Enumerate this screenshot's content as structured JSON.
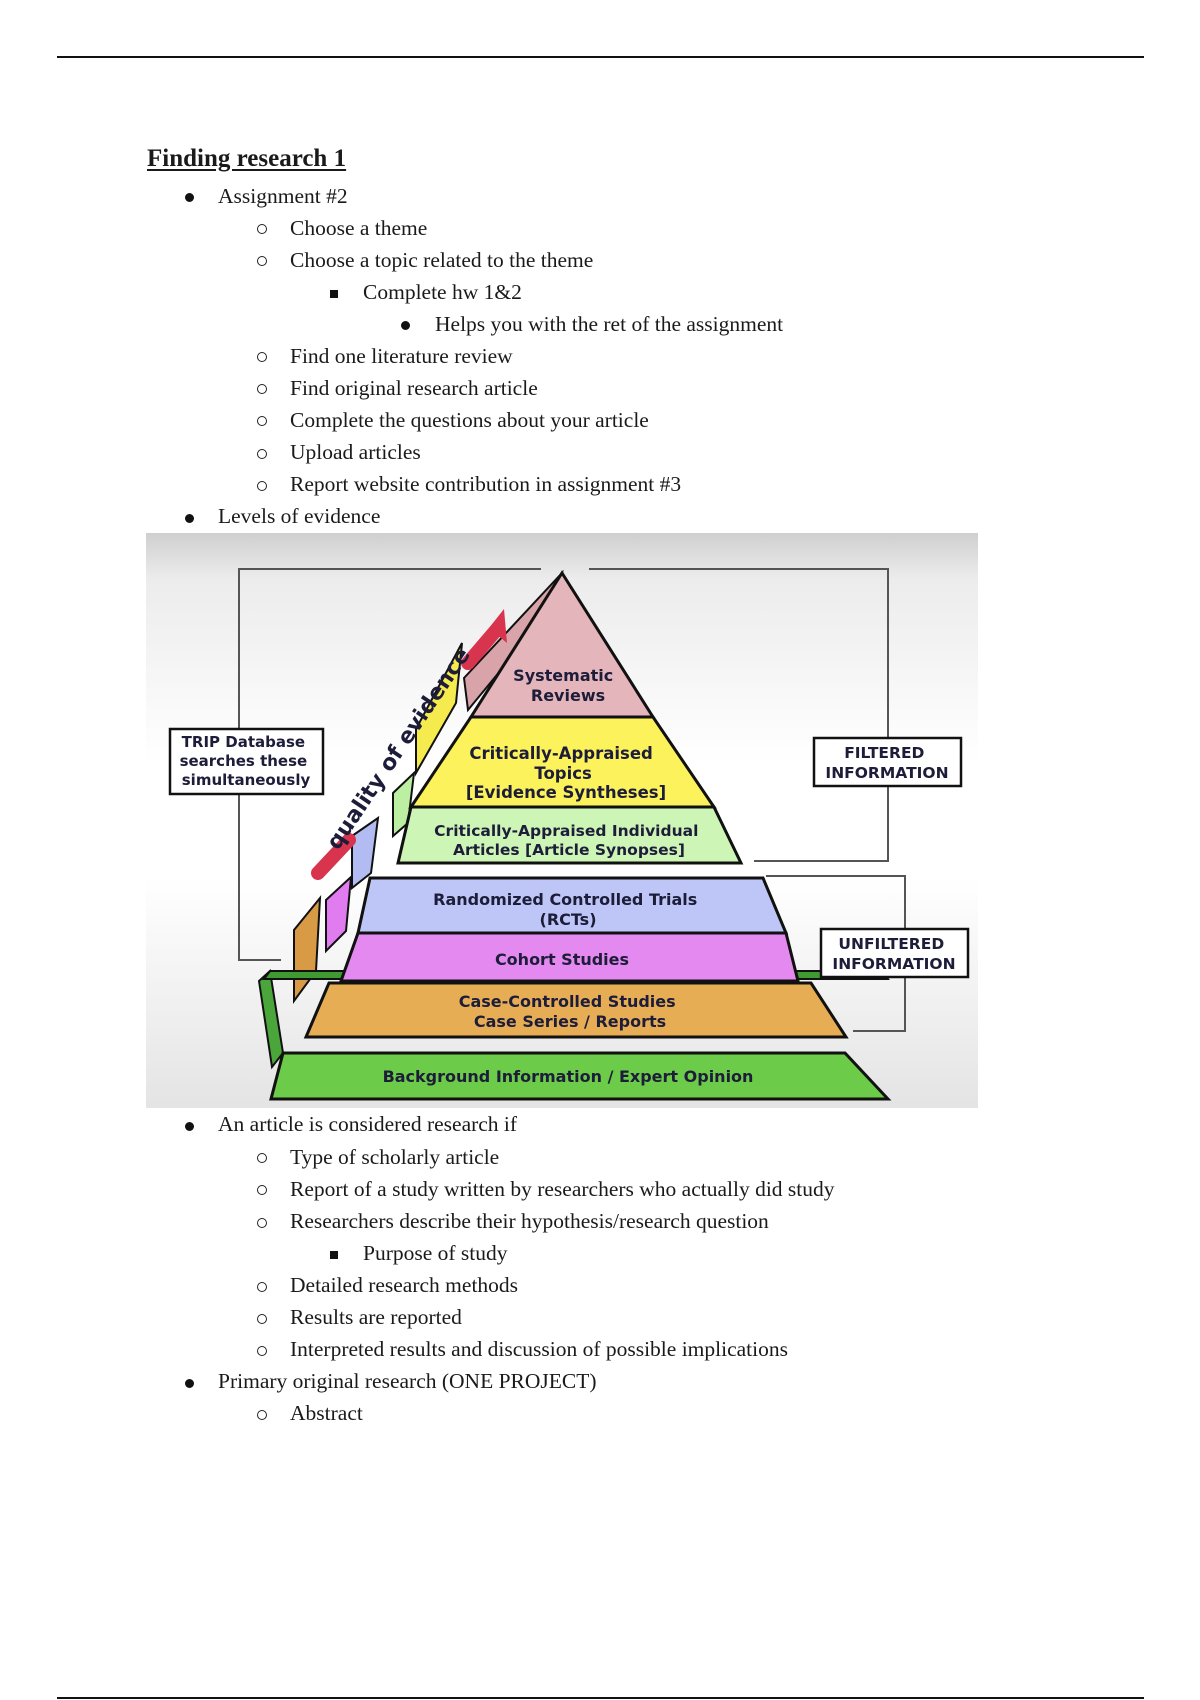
{
  "document": {
    "title": "Finding research 1",
    "sections": {
      "assignment": {
        "label": "Assignment #2",
        "items": [
          "Choose a theme",
          "Choose a topic related to the theme",
          "Complete hw 1&2",
          "Helps you with the ret of the assignment",
          "Find one literature review",
          "Find original research article",
          "Complete the questions about your article",
          "Upload articles",
          "Report website contribution in assignment #3"
        ]
      },
      "levels": {
        "label": "Levels of evidence"
      },
      "research_if": {
        "label": "An article is considered research if",
        "items": [
          "Type of scholarly article",
          "Report of a study written by researchers who actually did study",
          "Researchers describe their hypothesis/research question",
          "Purpose of study",
          "Detailed research methods",
          "Results are reported",
          "Interpreted results and discussion of possible implications"
        ]
      },
      "primary": {
        "label": "Primary original research (ONE PROJECT)",
        "items": [
          "Abstract"
        ]
      }
    }
  },
  "pyramid": {
    "arrow_label": "quality of evidence",
    "trip_box": [
      "TRIP Database",
      "searches these",
      "simultaneously"
    ],
    "filtered_box": [
      "FILTERED",
      "INFORMATION"
    ],
    "unfiltered_box": [
      "UNFILTERED",
      "INFORMATION"
    ],
    "tiers": {
      "systematic": [
        "Systematic",
        "Reviews"
      ],
      "topics": [
        "Critically-Appraised",
        "Topics",
        "[Evidence Syntheses]"
      ],
      "articles": [
        "Critically-Appraised Individual",
        "Articles [Article Synopses]"
      ],
      "rct": [
        "Randomized Controlled Trials",
        "(RCTs)"
      ],
      "cohort": [
        "Cohort Studies"
      ],
      "case": [
        "Case-Controlled Studies",
        "Case Series / Reports"
      ],
      "background": [
        "Background Information / Expert Opinion"
      ]
    },
    "colors": {
      "systematic": "#e4b5bb",
      "topics": "#fbf25c",
      "articles": "#cdf5b6",
      "rct": "#bdc6f6",
      "cohort": "#e389ef",
      "case": "#e7ad55",
      "background": "#6ccb48"
    }
  }
}
